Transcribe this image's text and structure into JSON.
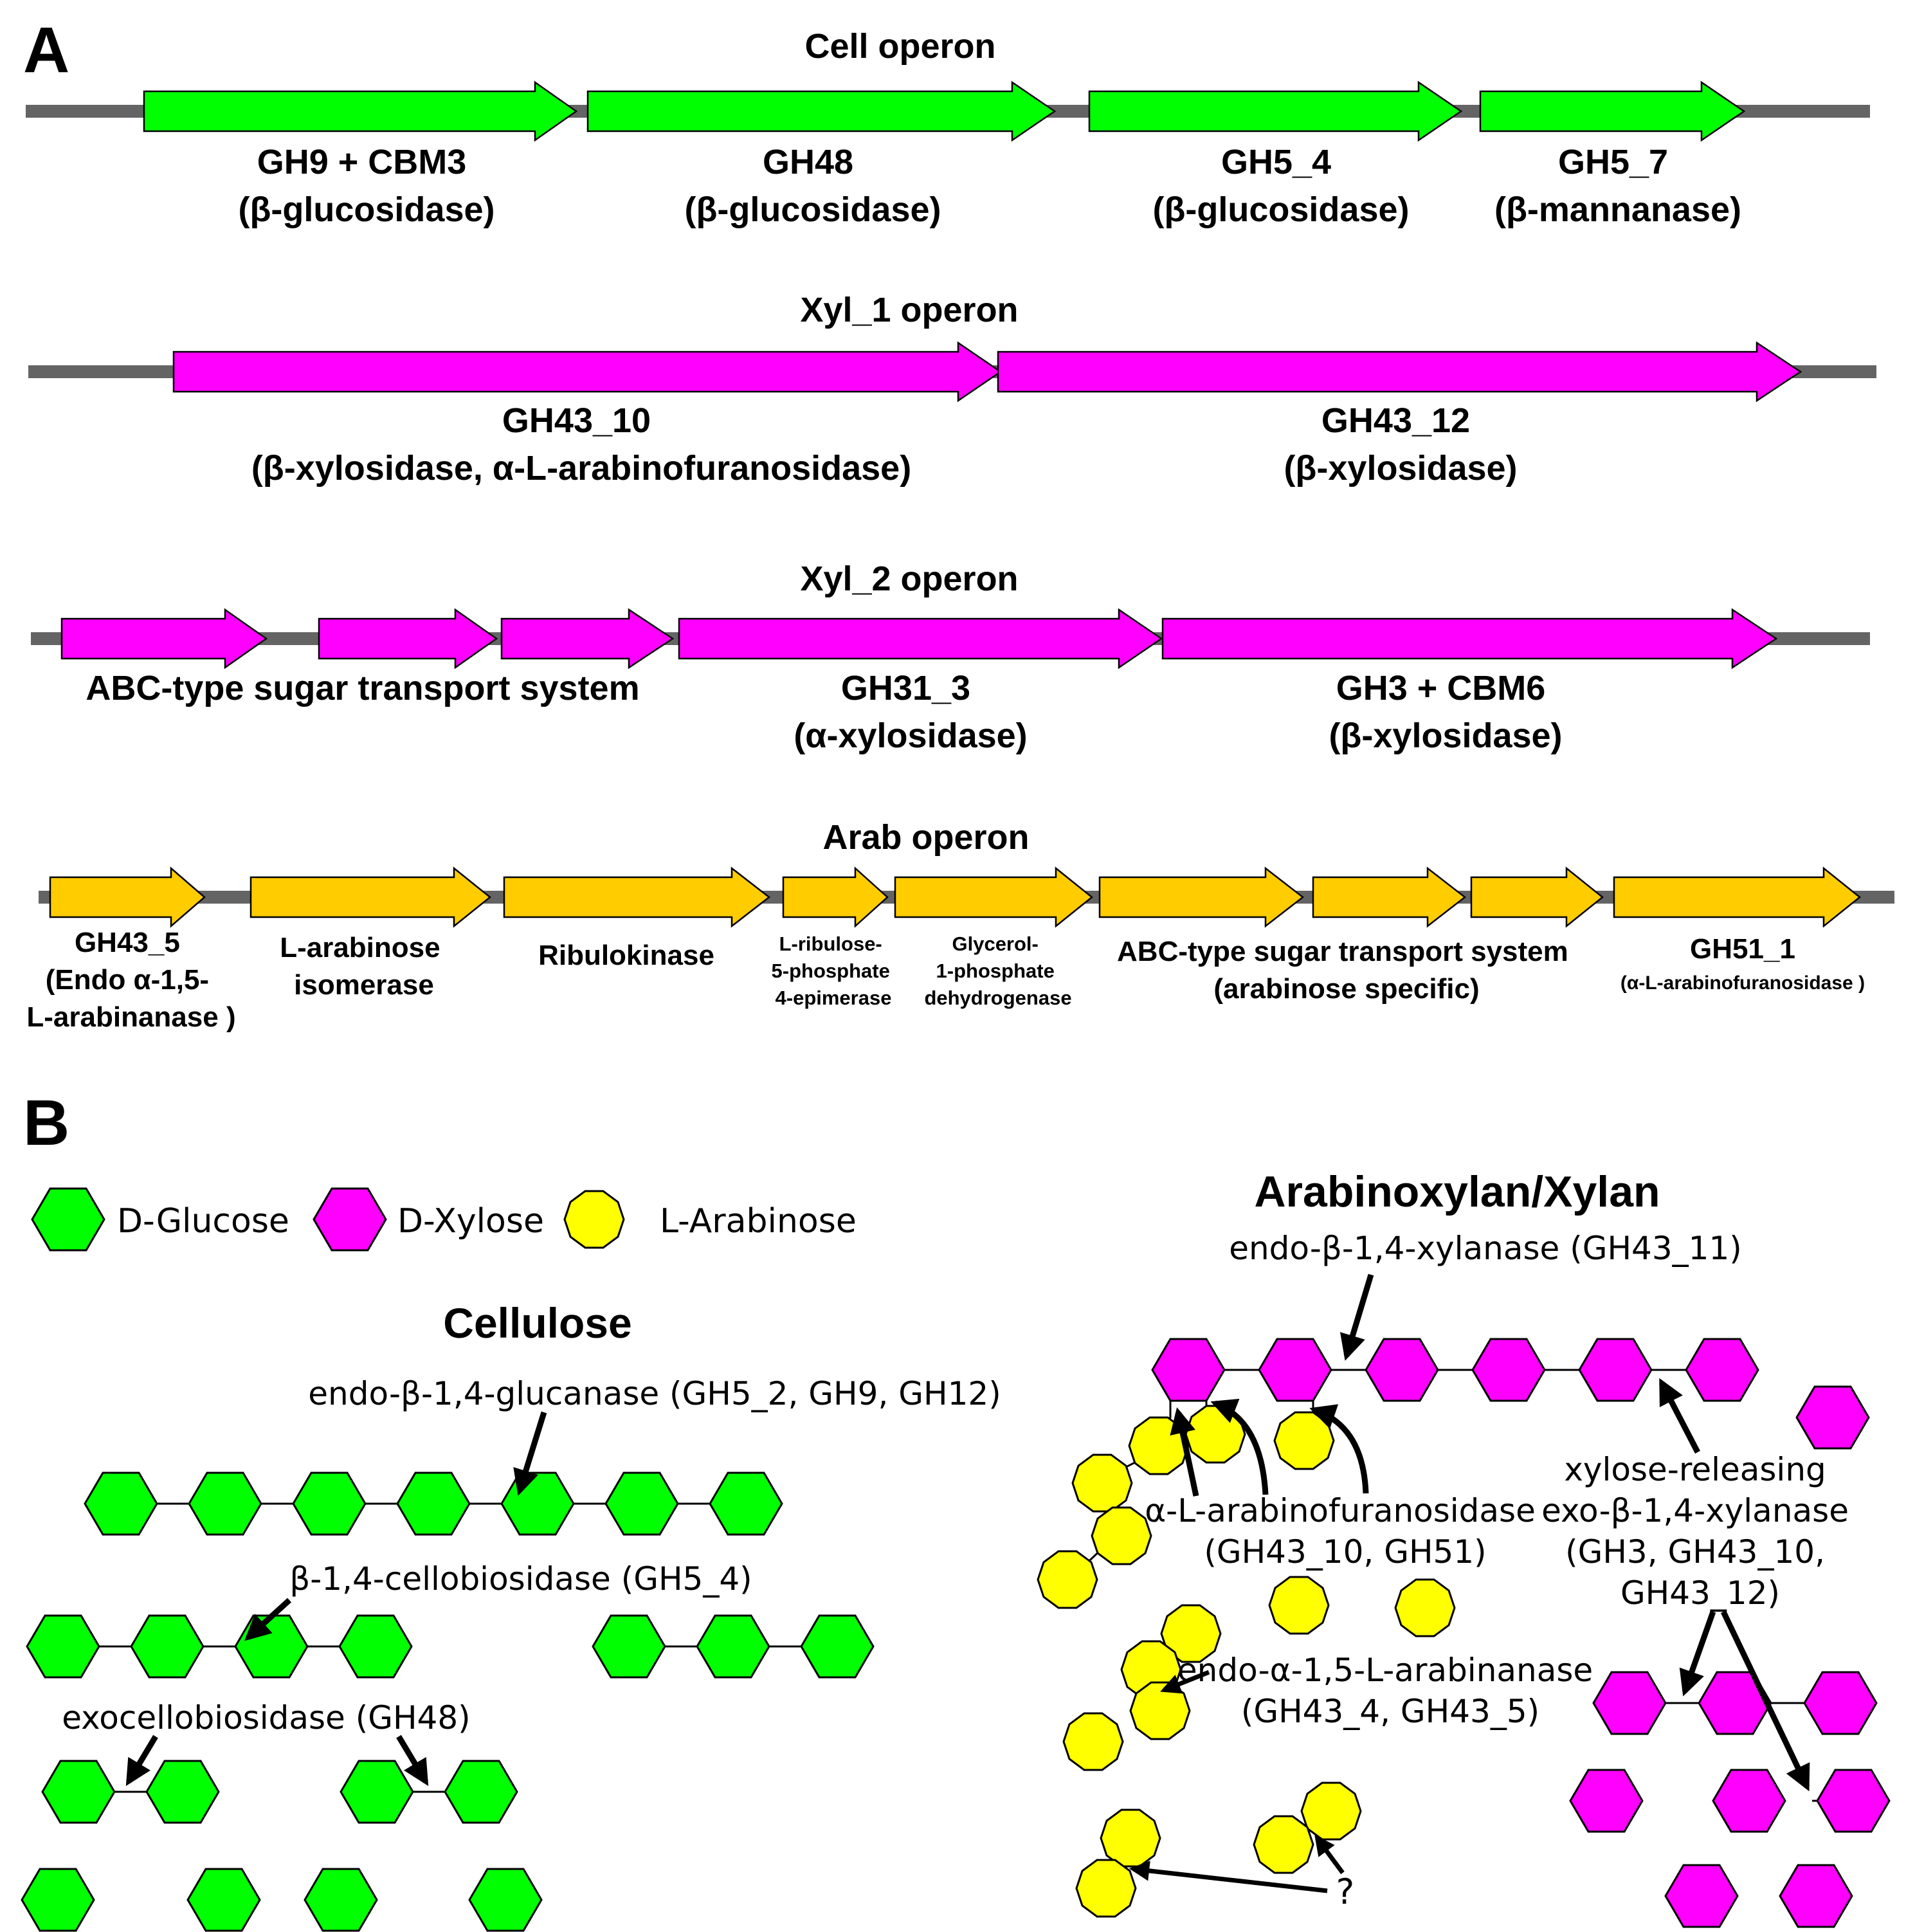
{
  "colors": {
    "glucose": "#00ff00",
    "xylose": "#ff00ff",
    "arabinose": "#ffff00",
    "operon_gene": "#ffcc00",
    "backbone": "#646464",
    "outline": "#000000"
  },
  "panel_a": {
    "letter": "A",
    "operons": [
      {
        "id": "cell",
        "title": "Cell operon",
        "color": "glucose",
        "genes": [
          {
            "lines": [
              "GH9 + CBM3",
              "(β-glucosidase)"
            ]
          },
          {
            "lines": [
              "GH48",
              "(β-glucosidase)"
            ]
          },
          {
            "lines": [
              "GH5_4",
              "(β-glucosidase)"
            ]
          },
          {
            "lines": [
              "GH5_7",
              "(β-mannanase)"
            ]
          }
        ]
      },
      {
        "id": "xyl1",
        "title": "Xyl_1 operon",
        "color": "xylose",
        "genes": [
          {
            "lines": [
              "GH43_10",
              "(β-xylosidase, α-L-arabinofuranosidase)"
            ]
          },
          {
            "lines": [
              "GH43_12",
              "(β-xylosidase)"
            ]
          }
        ]
      },
      {
        "id": "xyl2",
        "title": "Xyl_2 operon",
        "color": "xylose",
        "genes": [
          {
            "lines": [
              "ABC-type sugar transport system"
            ]
          },
          {
            "lines": [
              "GH31_3",
              "(α-xylosidase)"
            ]
          },
          {
            "lines": [
              "GH3 + CBM6",
              "(β-xylosidase)"
            ]
          }
        ]
      },
      {
        "id": "arab",
        "title": "Arab operon",
        "color": "operon_gene",
        "genes": [
          {
            "lines": [
              "GH43_5",
              "(Endo α-1,5-",
              "L-arabinanase )"
            ]
          },
          {
            "lines": [
              "L-arabinose",
              "isomerase"
            ]
          },
          {
            "lines": [
              "Ribulokinase"
            ]
          },
          {
            "lines": [
              "L-ribulose-",
              "5-phosphate",
              "4-epimerase"
            ]
          },
          {
            "lines": [
              "Glycerol-",
              "1-phosphate",
              "dehydrogenase"
            ]
          },
          {
            "lines": [
              "ABC-type sugar transport system",
              "(arabinose specific)"
            ]
          },
          {
            "lines": [
              "GH51_1"
            ]
          },
          {
            "lines": [
              "(α-L-arabinofuranosidase )"
            ]
          }
        ]
      }
    ]
  },
  "panel_b": {
    "letter": "B",
    "legend": [
      {
        "label": "D-Glucose",
        "color": "glucose"
      },
      {
        "label": "D-Xylose",
        "color": "xylose"
      },
      {
        "label": "L-Arabinose",
        "color": "arabinose"
      }
    ],
    "cellulose": {
      "title": "Cellulose",
      "enzymes": [
        "endo-β-1,4-glucanase (GH5_2, GH9, GH12)",
        "β-1,4-cellobiosidase (GH5_4)",
        "exocellobiosidase (GH48)"
      ]
    },
    "xylan": {
      "title": "Arabinoxylan/Xylan",
      "enzymes": [
        {
          "lines": [
            "endo-β-1,4-xylanase (GH43_11)"
          ]
        },
        {
          "lines": [
            "α-L-arabinofuranosidase",
            "(GH43_10, GH51)"
          ]
        },
        {
          "lines": [
            "xylose-releasing",
            "exo-β-1,4-xylanase",
            "(GH3, GH43_10,",
            "GH43_12)"
          ]
        },
        {
          "lines": [
            "endo-α-1,5-L-arabinanase",
            "(GH43_4, GH43_5)"
          ]
        }
      ],
      "unknown": "?"
    }
  }
}
